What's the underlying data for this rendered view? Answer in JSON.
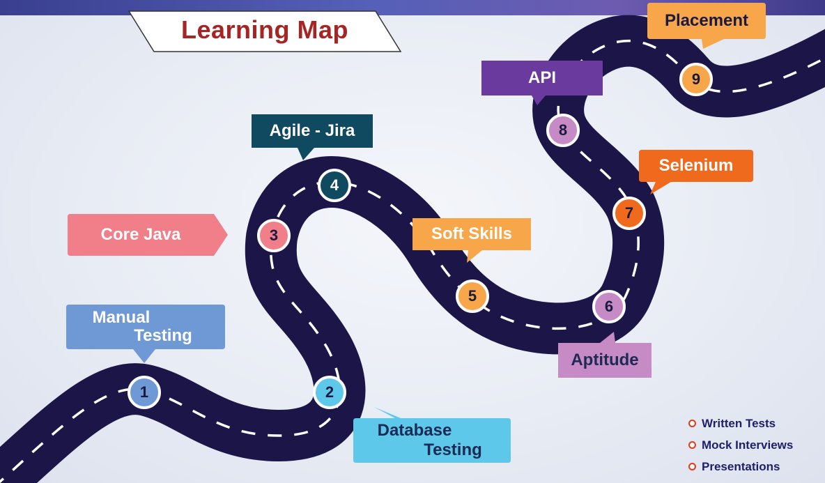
{
  "title": "Learning Map",
  "steps": [
    {
      "number": "1",
      "label_lines": [
        "Manual",
        "Testing"
      ],
      "color": "#6f99d4"
    },
    {
      "number": "2",
      "label_lines": [
        "Database",
        "Testing"
      ],
      "color": "#5ec8ea"
    },
    {
      "number": "3",
      "label_lines": [
        "Core Java"
      ],
      "color": "#f07f8a"
    },
    {
      "number": "4",
      "label_lines": [
        "Agile - Jira"
      ],
      "color": "#0f4a60"
    },
    {
      "number": "5",
      "label_lines": [
        "Soft Skills"
      ],
      "color": "#f7a64a"
    },
    {
      "number": "6",
      "label_lines": [
        "Aptitude"
      ],
      "color": "#c68ac4"
    },
    {
      "number": "7",
      "label_lines": [
        "Selenium"
      ],
      "color": "#f06a1e"
    },
    {
      "number": "8",
      "label_lines": [
        "API"
      ],
      "color": "#6a3a9e"
    },
    {
      "number": "9",
      "label_lines": [
        "Placement"
      ],
      "color": "#f7a64a"
    }
  ],
  "extras": [
    "Written Tests",
    "Mock Interviews",
    "Presentations"
  ],
  "colors": {
    "road": "#1c1547",
    "title": "#a52424",
    "bullet": "#e43a1a",
    "extras_text": "#1d1f6b"
  }
}
